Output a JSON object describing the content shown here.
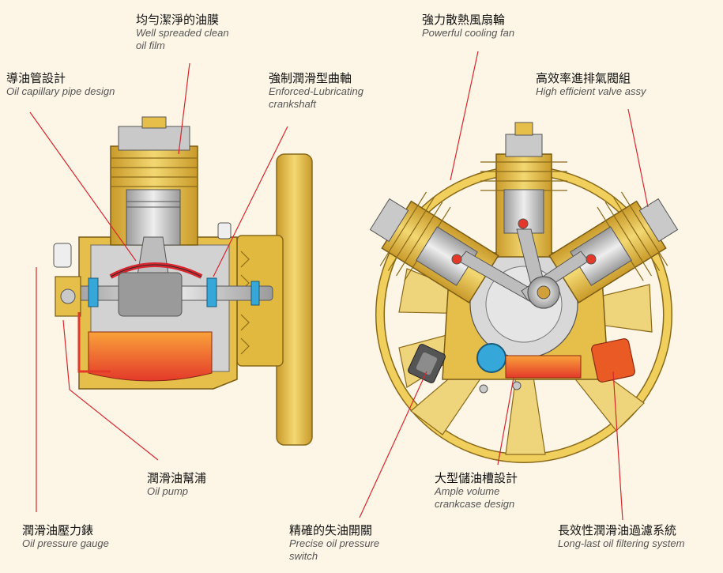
{
  "colors": {
    "background": "#fdf6e6",
    "leader_line": "#d7262e",
    "casing_gold": "#e8c24c",
    "metal_grey": "#c8c8c8",
    "oil_orange": "#f47a1c",
    "oil_red": "#e4392a",
    "pipe_blue": "#35a7d8"
  },
  "labels": {
    "oil_film": {
      "zh": "均勻潔淨的油膜",
      "en": [
        "Well spreaded clean",
        "oil film"
      ]
    },
    "capillary": {
      "zh": "導油管設計",
      "en": [
        "Oil capillary pipe design"
      ]
    },
    "crankshaft": {
      "zh": "強制潤滑型曲軸",
      "en": [
        "Enforced-Lubricating",
        "crankshaft"
      ]
    },
    "fan": {
      "zh": "強力散熱風扇輪",
      "en": [
        "Powerful cooling fan"
      ]
    },
    "valve": {
      "zh": "高效率進排氣閥組",
      "en": [
        "High efficient valve assy"
      ]
    },
    "pump": {
      "zh": "潤滑油幫浦",
      "en": [
        "Oil pump"
      ]
    },
    "gauge": {
      "zh": "潤滑油壓力錶",
      "en": [
        "Oil pressure gauge"
      ]
    },
    "switch": {
      "zh": "精確的失油開關",
      "en": [
        "Precise oil pressure",
        "switch"
      ]
    },
    "crankcase": {
      "zh": "大型儲油槽設計",
      "en": [
        "Ample volume",
        "crankcase design"
      ]
    },
    "filter": {
      "zh": "長效性潤滑油過濾系統",
      "en": [
        "Long-last oil filtering system"
      ]
    }
  }
}
